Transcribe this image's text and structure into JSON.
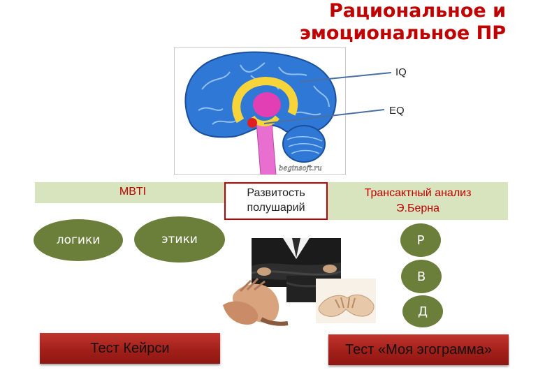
{
  "title": {
    "line1": "Рациональное и",
    "line2": "эмоциональное ПР"
  },
  "brain": {
    "label_iq": "IQ",
    "label_eq": "EQ",
    "watermark": "beginsoft.ru"
  },
  "mbti": {
    "label": "MBTI",
    "left_oval": "логики",
    "right_oval": "этики"
  },
  "development": {
    "line1": "Развитость",
    "line2": "полушарий"
  },
  "transactional": {
    "line1": "Трансактный анализ",
    "line2": "Э.Берна",
    "states": [
      "Р",
      "В",
      "Д"
    ]
  },
  "buttons": {
    "keirsey": "Тест Кейрси",
    "egogram": "Тест «Моя эгограмма»"
  },
  "colors": {
    "title": "#c00000",
    "band": "#d7e4bd",
    "oval": "#6b7f3a",
    "button": "#b0271f"
  }
}
